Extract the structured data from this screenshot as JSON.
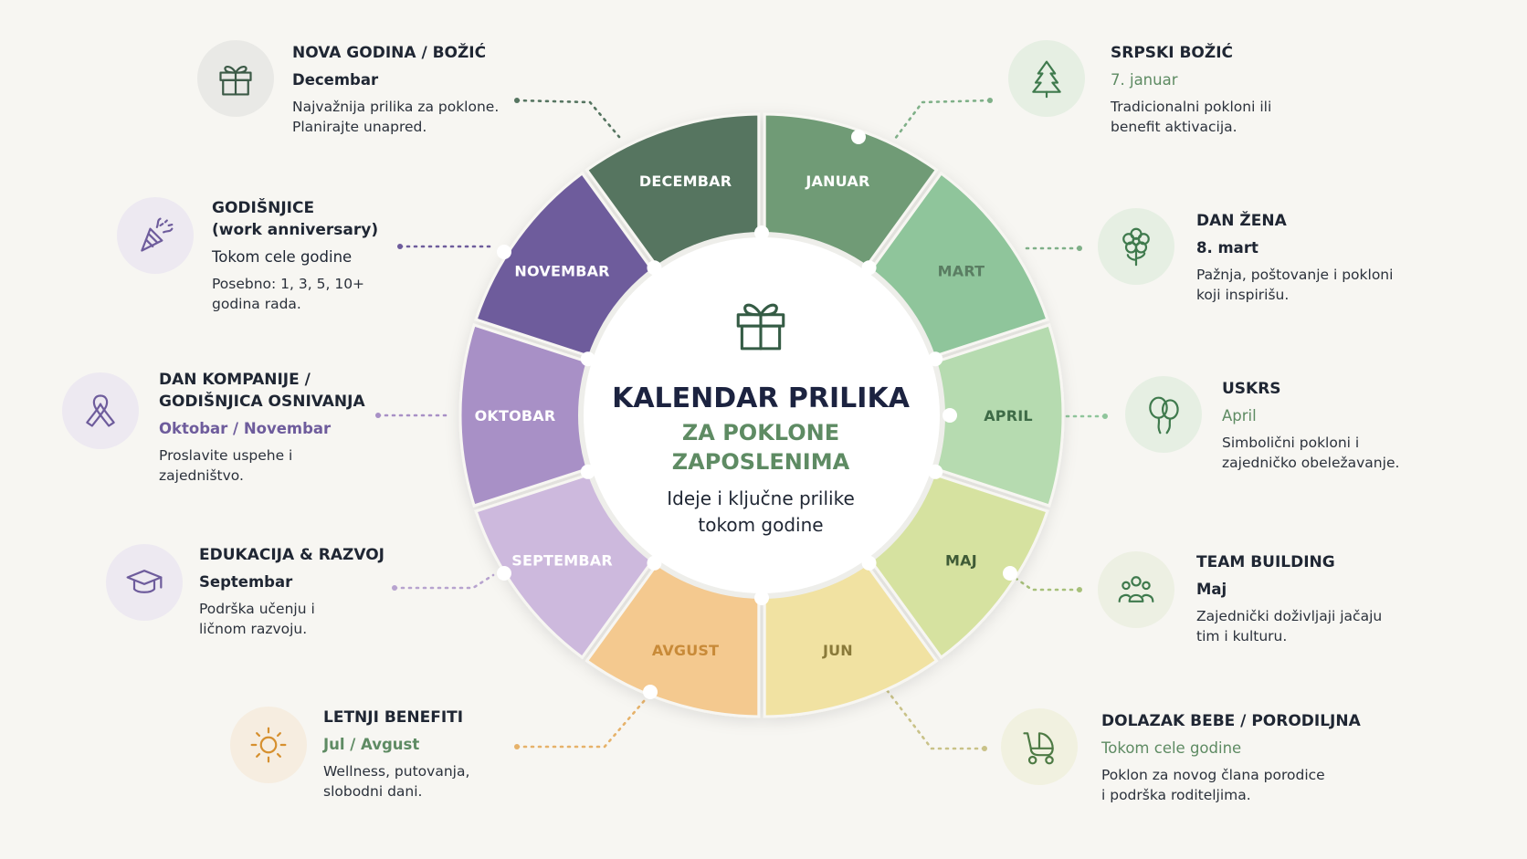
{
  "center": {
    "title": "KALENDAR PRILIKA",
    "subtitle_line1": "ZA POKLONE",
    "subtitle_line2": "ZAPOSLENIMA",
    "desc_line1": "Ideje i ključne prilike",
    "desc_line2": "tokom godine",
    "icon": "gift-icon"
  },
  "months": [
    {
      "name": "JANUAR",
      "color": "#6f9b76",
      "text": "#ffffff"
    },
    {
      "name": "MART",
      "color": "#8fc59b",
      "text": "#5a7d62"
    },
    {
      "name": "APRIL",
      "color": "#b6dbb0",
      "text": "#3e6b47"
    },
    {
      "name": "MAJ",
      "color": "#d6e2a0",
      "text": "#3f5b36"
    },
    {
      "name": "JUN",
      "color": "#f1e2a2",
      "text": "#8a7a3a"
    },
    {
      "name": "AVGUST",
      "color": "#f4c98f",
      "text": "#c88a38"
    },
    {
      "name": "SEPTEMBAR",
      "color": "#cdb9dd",
      "text": "#ffffff"
    },
    {
      "name": "OKTOBAR",
      "color": "#a890c6",
      "text": "#ffffff"
    },
    {
      "name": "NOVEMBAR",
      "color": "#6e5c9c",
      "text": "#ffffff"
    },
    {
      "name": "DECEMBAR",
      "color": "#567561",
      "text": "#ffffff"
    }
  ],
  "callouts": {
    "nova_godina": {
      "title": "NOVA GODINA / BOŽIĆ",
      "subtitle": "Decembar",
      "desc1": "Najvažnija prilika za poklone.",
      "desc2": "Planirajte unapred.",
      "icon": "gift-icon",
      "subtitle_color": "#1f2633"
    },
    "godisnjice": {
      "title": "GODIŠNJICE",
      "title2": "(work anniversary)",
      "subtitle": "Tokom cele godine",
      "desc1": "Posebno: 1, 3, 5, 10+",
      "desc2": "godina rada.",
      "icon": "party-popper-icon",
      "subtitle_color": "#1f2633"
    },
    "dan_kompanije": {
      "title": "DAN KOMPANIJE /",
      "title2": "GODIŠNJICA OSNIVANJA",
      "subtitle": "Oktobar / Novembar",
      "desc1": "Proslavite uspehe i",
      "desc2": "zajedništvo.",
      "icon": "ribbon-icon",
      "subtitle_color": "#6e5c9c"
    },
    "edukacija": {
      "title": "EDUKACIJA & RAZVOJ",
      "subtitle": "Septembar",
      "desc1": "Podrška učenju i",
      "desc2": "ličnom razvoju.",
      "icon": "graduation-cap-icon",
      "subtitle_color": "#1f2633"
    },
    "letnji": {
      "title": "LETNJI BENEFITI",
      "subtitle": "Jul / Avgust",
      "desc1": "Wellness, putovanja,",
      "desc2": "slobodni dani.",
      "icon": "sun-icon",
      "subtitle_color": "#5e8b63"
    },
    "srpski_bozic": {
      "title": "SRPSKI BOŽIĆ",
      "subtitle": "7. januar",
      "desc1": "Tradicionalni pokloni ili",
      "desc2": "benefit aktivacija.",
      "icon": "tree-icon",
      "subtitle_color": "#5e8b63"
    },
    "dan_zena": {
      "title": "DAN ŽENA",
      "subtitle": "8. mart",
      "desc1": "Pažnja, poštovanje i pokloni",
      "desc2": "koji inspirišu.",
      "icon": "flower-icon",
      "subtitle_color": "#1f2633"
    },
    "uskrs": {
      "title": "USKRS",
      "subtitle": "April",
      "desc1": "Simbolični pokloni i",
      "desc2": "zajedničko obeležavanje.",
      "icon": "balloons-icon",
      "subtitle_color": "#5e8b63"
    },
    "team_building": {
      "title": "TEAM BUILDING",
      "subtitle": "Maj",
      "desc1": "Zajednički doživljaji jačaju",
      "desc2": "tim i kulturu.",
      "icon": "team-icon",
      "subtitle_color": "#1f2633"
    },
    "dolazak_bebe": {
      "title": "DOLAZAK BEBE / PORODILJNA",
      "subtitle": "Tokom cele godine",
      "desc1": "Poklon za novog člana porodice",
      "desc2": "i podrška roditeljima.",
      "icon": "stroller-icon",
      "subtitle_color": "#5e8b63"
    }
  }
}
